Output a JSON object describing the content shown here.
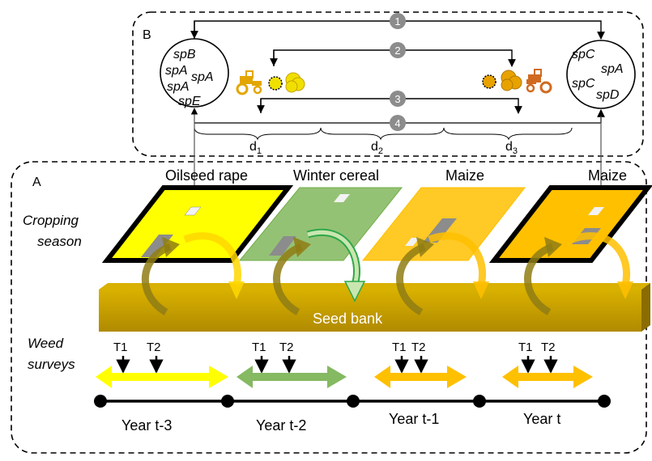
{
  "panel_b": {
    "label": "B",
    "species_left": [
      "spB",
      "spA",
      "spA",
      "spA",
      "spE"
    ],
    "species_right": [
      "spC",
      "spA",
      "spC",
      "spD"
    ],
    "comparisons": [
      "1",
      "2",
      "3",
      "4"
    ],
    "distances": {
      "d1": {
        "base": "d",
        "sub": "1"
      },
      "d2": {
        "base": "d",
        "sub": "2"
      },
      "d3": {
        "base": "d",
        "sub": "3"
      }
    }
  },
  "panel_a": {
    "label": "A",
    "crops": [
      "Oilseed rape",
      "Winter cereal",
      "Maize",
      "Maize"
    ],
    "row_cropping": [
      "Cropping",
      "season"
    ],
    "row_weed": [
      "Weed",
      "surveys"
    ],
    "seed_bank": "Seed bank",
    "surveys": [
      {
        "t1": "T1",
        "t2": "T2"
      },
      {
        "t1": "T1",
        "t2": "T2"
      },
      {
        "t1": "T1",
        "t2": "T2"
      },
      {
        "t1": "T1",
        "t2": "T2"
      }
    ],
    "years": [
      "Year t-3",
      "Year t-2",
      "Year t-1",
      "Year t"
    ]
  },
  "colors": {
    "oilseed": "#ffff00",
    "cereal": "#70ad47",
    "maize": "#ffc000",
    "seedbank": "#c9a000",
    "dark_arrow": "#8f7d14",
    "gray": "#8c8c8c"
  }
}
